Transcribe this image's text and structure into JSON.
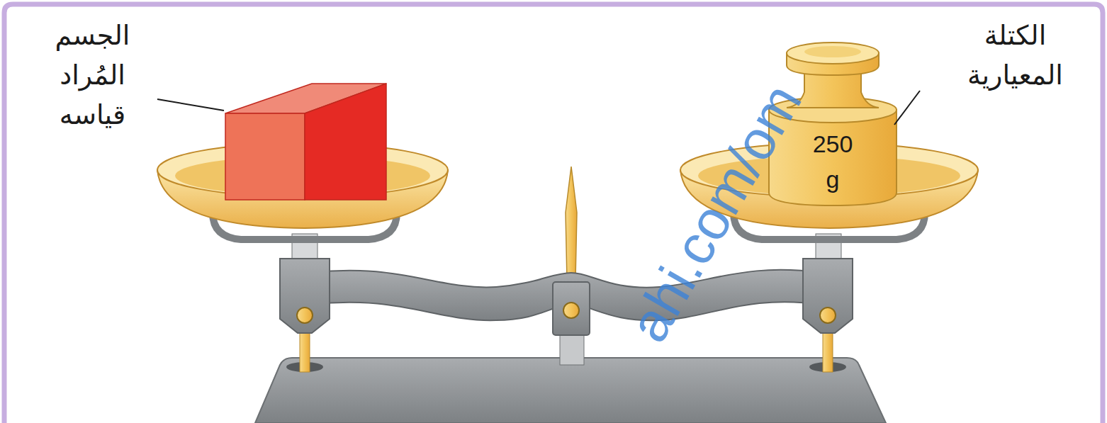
{
  "diagram": {
    "nodes": [
      {
        "text": [
          "250 g"
        ]
      }
    ],
    "labels": [
      "الجسم المُراد قياسه",
      "الكتلة المعيارية",
      "ahi.com/om"
    ]
  }
}
